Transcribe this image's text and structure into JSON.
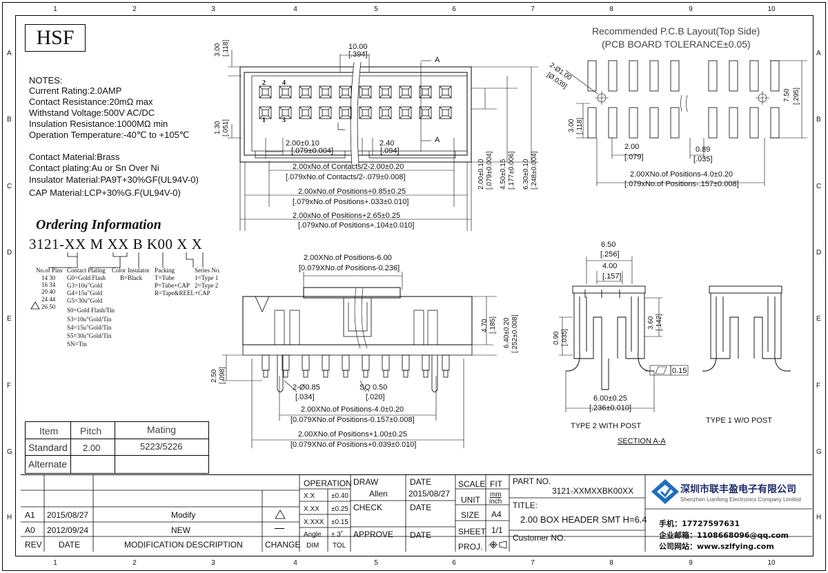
{
  "border": {
    "cols": [
      "1",
      "2",
      "3",
      "4",
      "5",
      "6",
      "7",
      "8",
      "9",
      "10"
    ],
    "rows": [
      "A",
      "B",
      "C",
      "D",
      "E",
      "F",
      "G",
      "H"
    ]
  },
  "logo": {
    "text": "HSF"
  },
  "notes": {
    "title": "NOTES:",
    "lines": [
      "Current Rating:2.0AMP",
      "Contact Resistance:20mΩ  max",
      "Withstand Voltage:500V AC/DC",
      "Insulation Resistance:1000MΩ min",
      "Operation Temperature:-40℃ to +105℃"
    ],
    "materials": [
      "Contact Material:Brass",
      "Contact plating:Au or Sn Over Ni",
      "Insulator Material:PA9T+30%GF(UL94V-0)",
      "CAP Material:LCP+30%G.F(UL94V-0)"
    ]
  },
  "ordering": {
    "title": "Ordering Information",
    "code": "3121-XX M XX B K00 X X",
    "pins_title": "No.of Pins",
    "pins": [
      "14 30",
      "16 34",
      "20 40",
      "24 44",
      "26 50"
    ],
    "plating_title": "Contact Plating",
    "plating": [
      "G0=Gold Flash",
      "G3=10u\"Gold",
      "G4=15u\"Gold",
      "G5=30u\"Gold",
      "S0=Gold Flash/Tin",
      "S3=10u\"Gold/Tin",
      "S4=15u\"Gold/Tin",
      "S5=30u\"Gold/Tin",
      "SN=Tin"
    ],
    "insulator_title": "Color Insulator",
    "insulator": [
      "B=Black"
    ],
    "packing_title": "Packing",
    "packing": [
      "T=Tube",
      "P=Tube+CAP",
      "R=Tape&REEL+CAP"
    ],
    "series_title": "Series No.",
    "series": [
      "1=Type 1",
      "2=Type 2"
    ]
  },
  "mating": {
    "headers": [
      "Item",
      "Pitch",
      "Mating"
    ],
    "rows": [
      [
        "Standard",
        "2.00",
        "5223/5226"
      ],
      [
        "Alternate",
        "",
        ""
      ]
    ]
  },
  "top_view": {
    "dims": [
      "10.00",
      "[.394]",
      "3.00",
      "[.118]",
      "1.30",
      "[.051]",
      "2.00±0.10",
      "[.079±0.004]",
      "2.40",
      "[.094]",
      "2.00xNo.of Contacts/2-2.00±0.20",
      "[.079xNo.of Contacts/2-.079±0.008]",
      "2.00xNo.of Positions+0.85±0.25",
      "[.079xNo.of Positions+.033±0.010]",
      "2.00xNo.of Positions+2.65±0.25",
      "[.079xNo.of Positions+.104±0.010]",
      "2.00±0.10",
      "[.079±0.004]",
      "4.50±0.15",
      "[.177±0.006]",
      "6.30±0.10",
      "[.248±0.004]"
    ],
    "labels": [
      "2",
      "4",
      "1",
      "3",
      "A",
      "A"
    ]
  },
  "pcb": {
    "title": "Recommended P.C.B Layout(Top Side)",
    "subtitle": "(PCB BOARD TOLERANCE±0.05)",
    "dims": [
      "2-Ø1.00",
      "[Ø.039]",
      "3.00",
      "[.118]",
      "7.50",
      "[.295]",
      "2.00",
      "[.079]",
      "0.89",
      "[.035]",
      "2.00XNo.of Positions-4.0±0.20",
      "[.079xNo.of Positions-.157±0.008]"
    ]
  },
  "front_view": {
    "dims": [
      "2.00XNo.of Positions-6.00",
      "[0.079XNo.of Positions-0.236]",
      "4.70",
      "[.185]",
      "6.40±0.20",
      "[.252±0.008]",
      "2.50",
      "[.098]",
      "2-Ø0.85",
      "[.034]",
      "SQ 0.50",
      "[.020]",
      "2.00XNo.of Positions-4.0±0.20",
      "[0.079XNo.of Positions-0.157±0.008]",
      "2.00XNo.of Positions+1.00±0.25",
      "[0.079XNo.of Positions+0.039±0.010]"
    ]
  },
  "section": {
    "dims": [
      "6.50",
      "[.256]",
      "4.00",
      "[.157]",
      "3.60",
      "[.142]",
      "0.90",
      "[.035]",
      "0.15",
      "6.00±0.25",
      "[.236±0.010]"
    ],
    "type2": "TYPE 2 WITH POST",
    "type1": "TYPE 1 W/O POST",
    "section": "SECTION A-A"
  },
  "revisions": {
    "rows": [
      [
        "A1",
        "2015/08/27",
        "Modify"
      ],
      [
        "A0",
        "2012/09/24",
        "NEW"
      ]
    ],
    "header": [
      "REV",
      "DATE",
      "MODIFICATION  DESCRIPTION",
      "CHANGE"
    ]
  },
  "tolerance": {
    "title": "OPERATION",
    "rows": [
      [
        "X.X",
        "±0.40"
      ],
      [
        "X.XX",
        "±0.25"
      ],
      [
        "X.XXX",
        "±0.15"
      ],
      [
        "Angle",
        "±  3˚"
      ]
    ],
    "foot": [
      "DIM",
      "TOL"
    ]
  },
  "signoff": {
    "draw": "DRAW",
    "drawer": "Allen",
    "date_l": "DATE",
    "date": "2015/08/27",
    "check": "CHECK",
    "check_date": "DATE",
    "approve": "APPROVE",
    "approve_date": "DATE"
  },
  "scale": {
    "scale": "SCALE",
    "fit": "FIT",
    "unit": "UNIT",
    "unit_mm": "mm",
    "unit_inch": "inch",
    "size": "SIZE",
    "size_v": "A4",
    "sheet": "SHEET",
    "sheet_v": "1/1",
    "proj": "PROJ."
  },
  "part": {
    "label": "PART NO.",
    "value": "3121-XXMXXBK00XX",
    "title_l": "TITLE:",
    "title": "2.00 BOX HEADER SMT H=6.4",
    "customer": "Customer NO."
  },
  "company": {
    "name": "深圳市联丰盈电子有限公司",
    "name_en": "Shenzhen Lianfeng Electronics Company Limited",
    "phone": "手机：17727597631",
    "email": "企业邮箱：1108668096@qq.com",
    "web": "公司网站：www.szlfying.com"
  }
}
